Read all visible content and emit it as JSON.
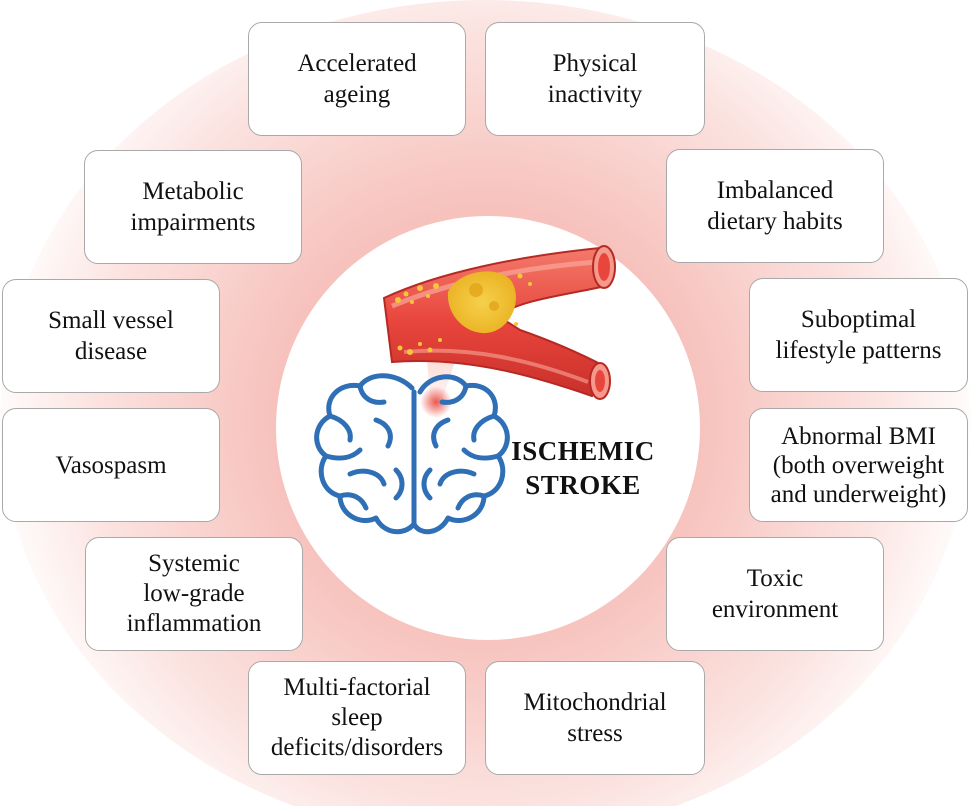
{
  "center": {
    "label": "ISCHEMIC\nSTROKE"
  },
  "factors": {
    "accelerated_ageing": "Accelerated\nageing",
    "physical_inactivity": "Physical\ninactivity",
    "metabolic_impairments": "Metabolic\nimpairments",
    "imbalanced_dietary_habits": "Imbalanced\ndietary habits",
    "small_vessel_disease": "Small vessel\ndisease",
    "suboptimal_lifestyle_patterns": "Suboptimal\nlifestyle patterns",
    "vasospasm": "Vasospasm",
    "abnormal_bmi": "Abnormal BMI\n(both overweight\nand underweight)",
    "systemic_inflammation": "Systemic\nlow-grade\ninflammation",
    "toxic_environment": "Toxic\nenvironment",
    "sleep_deficits": "Multi-factorial\nsleep\ndeficits/disorders",
    "mitochondrial_stress": "Mitochondrial\nstress"
  },
  "colors": {
    "halo": "#f7c4bf",
    "brain_outline": "#2e6fb6",
    "vessel_red": "#e8453c",
    "plaque_yellow": "#f2c230",
    "box_border": "#a9a9a9"
  },
  "icons": [
    "brain-icon",
    "artery-plaque-icon"
  ]
}
